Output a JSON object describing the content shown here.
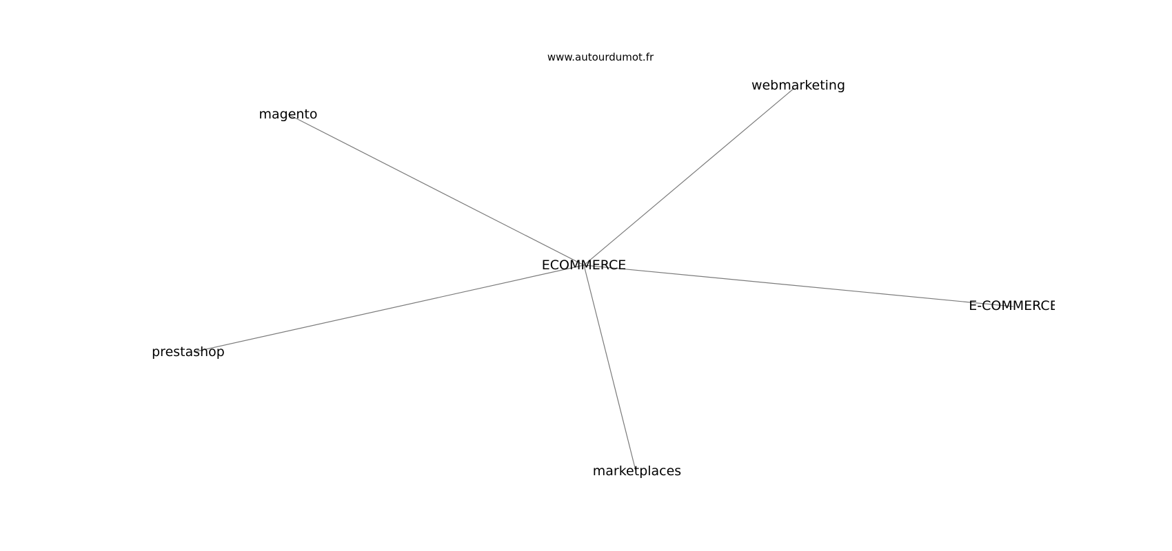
{
  "diagram": {
    "watermark": "www.autourdumot.fr",
    "center_node": "ECOMMERCE",
    "nodes": [
      {
        "label": "magento"
      },
      {
        "label": "webmarketing"
      },
      {
        "label": "E-COMMERCE"
      },
      {
        "label": "prestashop"
      },
      {
        "label": "marketplaces"
      }
    ]
  }
}
